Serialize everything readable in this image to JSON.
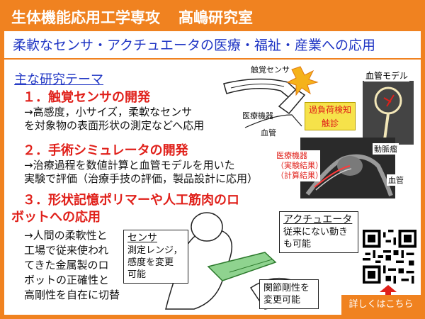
{
  "header": {
    "dept": "生体機能応用工学専攻",
    "lab": "髙嶋研究室"
  },
  "subtitle": "柔軟なセンサ・アクチュエータの医療・福祉・産業への応用",
  "themes_title": "主な研究テーマ",
  "sections": [
    {
      "title": "１．触覚センサの開発",
      "lines": [
        "→高感度，小サイズ，柔軟なセンサ",
        "を対象物の表面形状の測定などへ応用"
      ]
    },
    {
      "title": "２．手術シミュレータの開発",
      "lines": [
        "→治療過程を数値計算と血管モデルを用いた",
        "実験で評価（治療手技の評価，製品設計に応用）"
      ]
    },
    {
      "title_lines": [
        "３．形状記憶ポリマーや人工筋肉のロ",
        "ボットへの応用"
      ],
      "lines": [
        "→人間の柔軟性と",
        "工場で従来使われ",
        "てきた金属製のロ",
        "ボットの正確性と",
        "高剛性を自在に切替"
      ]
    }
  ],
  "figure_sensor": {
    "tactile_sensor": "触覚センサ",
    "medical_device": "医療機器",
    "vessel": "血管",
    "overload": [
      "過負荷検知",
      "触診"
    ]
  },
  "figure_sim": {
    "vessel_model": "血管モデル",
    "aneurysm": "動脈瘤",
    "vessel": "血管",
    "device_lines": [
      "医療機器",
      "（実験結果）",
      "（計算結果）"
    ]
  },
  "callouts": {
    "actuator": {
      "title": "アクチュエータ",
      "lines": [
        "従来にない動き",
        "も可能"
      ]
    },
    "sensor": {
      "title": "センサ",
      "lines": [
        "測定レンジ，",
        "感度を変更",
        "可能"
      ]
    },
    "stiffness": {
      "lines": [
        "関節剛性を",
        "変更可能"
      ]
    }
  },
  "more_label": "詳しくはこちら",
  "colors": {
    "accent": "#f08220",
    "blue": "#1f35c4",
    "red": "#e0201a"
  }
}
